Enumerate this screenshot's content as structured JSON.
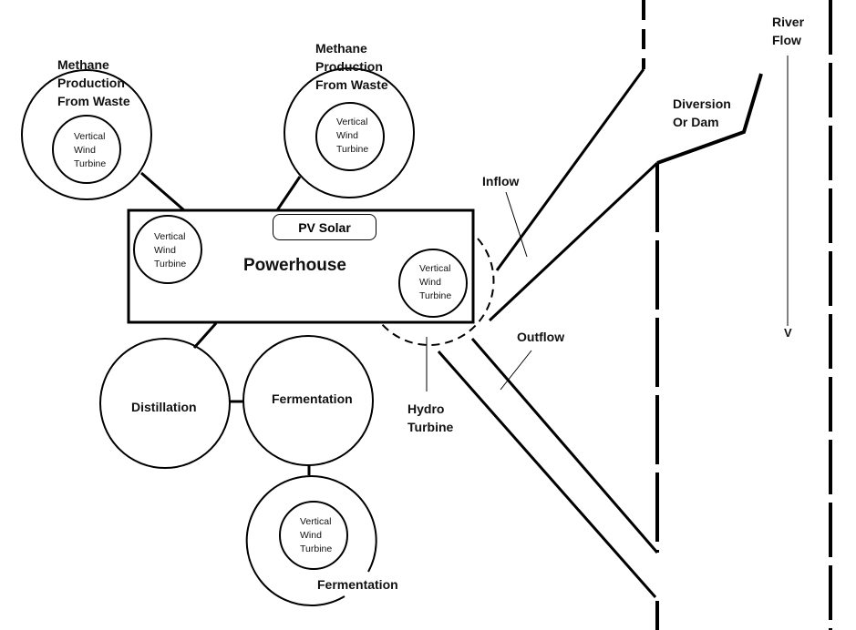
{
  "diagram": {
    "title": "Powerhouse",
    "pv_solar": "PV Solar",
    "methane_left": [
      "Methane",
      "Production",
      "From Waste"
    ],
    "methane_top": [
      "Methane",
      "Production",
      "From Waste"
    ],
    "vwt": [
      "Vertical",
      "Wind",
      "Turbine"
    ],
    "distillation": "Distillation",
    "fermentation_main": "Fermentation",
    "fermentation_lower": "Fermentation",
    "hydro_turbine": [
      "Hydro",
      "Turbine"
    ],
    "inflow": "Inflow",
    "outflow": "Outflow",
    "diversion": [
      "Diversion",
      "Or Dam"
    ],
    "river_flow": [
      "River",
      "Flow"
    ],
    "river_arrow": "V"
  }
}
